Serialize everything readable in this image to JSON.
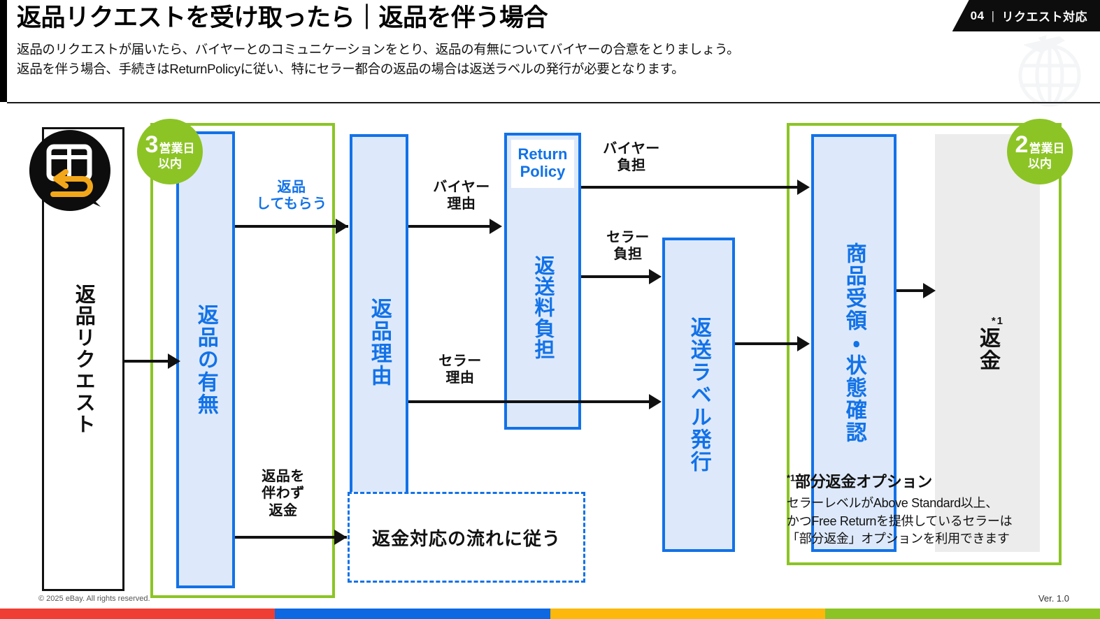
{
  "header": {
    "title": "返品リクエストを受け取ったら｜返品を伴う場合",
    "subtitle_line1": "返品のリクエストが届いたら、バイヤーとのコミュニケーションをとり、返品の有無についてバイヤーの合意をとりましょう。",
    "subtitle_line2": "返品を伴う場合、手続きはReturnPolicyに従い、特にセラー都合の返品の場合は返送ラベルの発行が必要となります。",
    "section_number": "04",
    "section_separator": "|",
    "section_label": "リクエスト対応",
    "watermark_icon": "globe-airplane-icon"
  },
  "diagram": {
    "start_node": {
      "label": "返品リクエスト",
      "icon": "return-package-bubble-icon"
    },
    "badges": [
      {
        "number": "3",
        "unit": "営業日",
        "line2": "以内"
      },
      {
        "number": "2",
        "unit": "営業日",
        "line2": "以内"
      }
    ],
    "nodes": {
      "return_exist": "返品の有無",
      "return_reason": "返品理由",
      "policy_title_line1": "Return",
      "policy_title_line2": "Policy",
      "policy_body": "返送料負担",
      "label_issue": "返送ラベル発行",
      "receive_check": "商品受領・状態確認",
      "refund": "返金",
      "refund_sup": "*1",
      "refund_flow": "返金対応の流れに従う"
    },
    "edge_labels": {
      "return_it": "返品\nしてもらう",
      "no_return_refund": "返品を\n伴わず\n返金",
      "buyer_reason": "バイヤー\n理由",
      "seller_reason": "セラー\n理由",
      "buyer_pays": "バイヤー\n負担",
      "seller_pays": "セラー\n負担"
    }
  },
  "footnote": {
    "sup": "*1",
    "title": "部分返金オプション",
    "line1": "セラーレベルがAbove Standard以上、",
    "line2": "かつFree Returnを提供しているセラーは",
    "line3": "「部分返金」オプションを利用できます"
  },
  "footer": {
    "copyright": "© 2025 eBay. All rights reserved.",
    "version": "Ver. 1.0",
    "bar_colors": [
      "#ef3e33",
      "#0d68e1",
      "#fcb80b",
      "#8cc425"
    ]
  },
  "colors": {
    "green": "#8cc425",
    "blue": "#1272e8",
    "blue_fill": "#dde9fb",
    "gray_fill": "#ececec",
    "black": "#111111",
    "orange": "#f2a71b"
  }
}
